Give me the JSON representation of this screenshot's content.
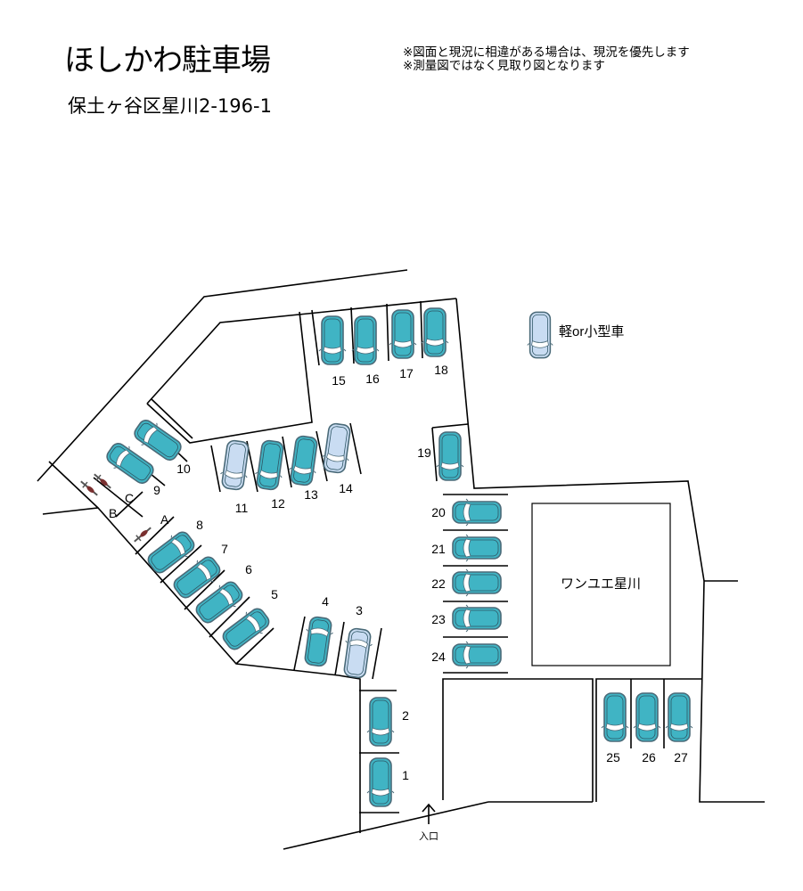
{
  "header": {
    "title": "ほしかわ駐車場",
    "address": "保土ヶ谷区星川2-196-1",
    "notes": [
      "※図面と現況に相違がある場合は、現況を優先します",
      "※測量図ではなく見取り図となります"
    ]
  },
  "legend": {
    "kei_label": "軽or小型車",
    "icon": "light-car-icon"
  },
  "building": {
    "label": "ワンユエ星川"
  },
  "entrance": {
    "label": "入口",
    "icon": "arrow-up-icon"
  },
  "colors": {
    "regular_car": "#40b4c4",
    "kei_car": "#c9dcf2",
    "outline": "#4a6a78"
  },
  "spaces": [
    {
      "label": "1",
      "type": "regular"
    },
    {
      "label": "2",
      "type": "regular"
    },
    {
      "label": "3",
      "type": "kei"
    },
    {
      "label": "4",
      "type": "regular"
    },
    {
      "label": "5",
      "type": "regular"
    },
    {
      "label": "6",
      "type": "regular"
    },
    {
      "label": "7",
      "type": "regular"
    },
    {
      "label": "8",
      "type": "regular"
    },
    {
      "label": "9",
      "type": "regular"
    },
    {
      "label": "10",
      "type": "regular"
    },
    {
      "label": "11",
      "type": "kei"
    },
    {
      "label": "12",
      "type": "regular"
    },
    {
      "label": "13",
      "type": "regular"
    },
    {
      "label": "14",
      "type": "kei"
    },
    {
      "label": "15",
      "type": "regular"
    },
    {
      "label": "16",
      "type": "regular"
    },
    {
      "label": "17",
      "type": "regular"
    },
    {
      "label": "18",
      "type": "regular"
    },
    {
      "label": "19",
      "type": "regular"
    },
    {
      "label": "20",
      "type": "regular"
    },
    {
      "label": "21",
      "type": "regular"
    },
    {
      "label": "22",
      "type": "regular"
    },
    {
      "label": "23",
      "type": "regular"
    },
    {
      "label": "24",
      "type": "regular"
    },
    {
      "label": "25",
      "type": "regular"
    },
    {
      "label": "26",
      "type": "regular"
    },
    {
      "label": "27",
      "type": "regular"
    }
  ],
  "bike_spaces": [
    {
      "label": "A"
    },
    {
      "label": "B"
    },
    {
      "label": "C"
    }
  ]
}
